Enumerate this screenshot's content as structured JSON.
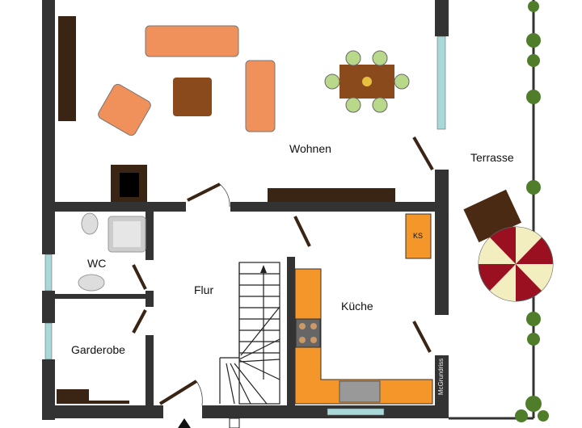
{
  "rooms": {
    "wohnen": "Wohnen",
    "terrasse": "Terrasse",
    "wc": "WC",
    "flur": "Flur",
    "kueche": "Küche",
    "garderobe": "Garderobe"
  },
  "fixtures": {
    "fridge": "KS"
  },
  "watermark": "McGrundriss",
  "colors": {
    "wall": "#333333",
    "kitchen": "#f5962a",
    "sofa": "#f0905a",
    "wood": "#3a2414",
    "window": "#a8d8d8",
    "umbrella_red": "#9b1020",
    "umbrella_cream": "#f3eec0",
    "plant": "#4f7d2a"
  }
}
